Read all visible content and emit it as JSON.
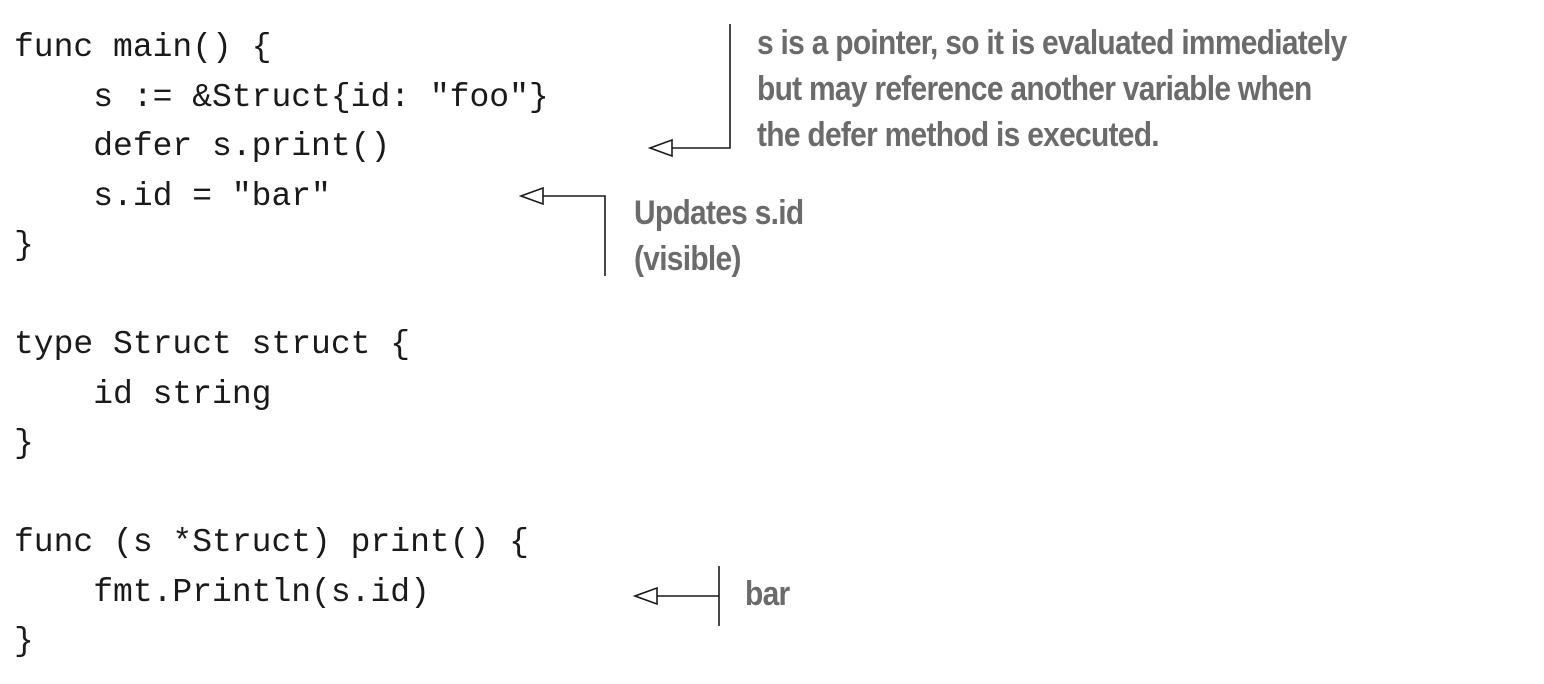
{
  "code_lines": [
    "func main() {",
    "    s := &Struct{id: \"foo\"}",
    "    defer s.print()",
    "    s.id = \"bar\"",
    "}",
    "",
    "type Struct struct {",
    "    id string",
    "}",
    "",
    "func (s *Struct) print() {",
    "    fmt.Println(s.id)",
    "}"
  ],
  "annotations": {
    "pointer": [
      "s is a pointer, so it is evaluated immediately",
      "but may reference another variable when",
      "the defer method is executed."
    ],
    "update": [
      "Updates s.id",
      "(visible)"
    ],
    "output": [
      "bar"
    ]
  }
}
